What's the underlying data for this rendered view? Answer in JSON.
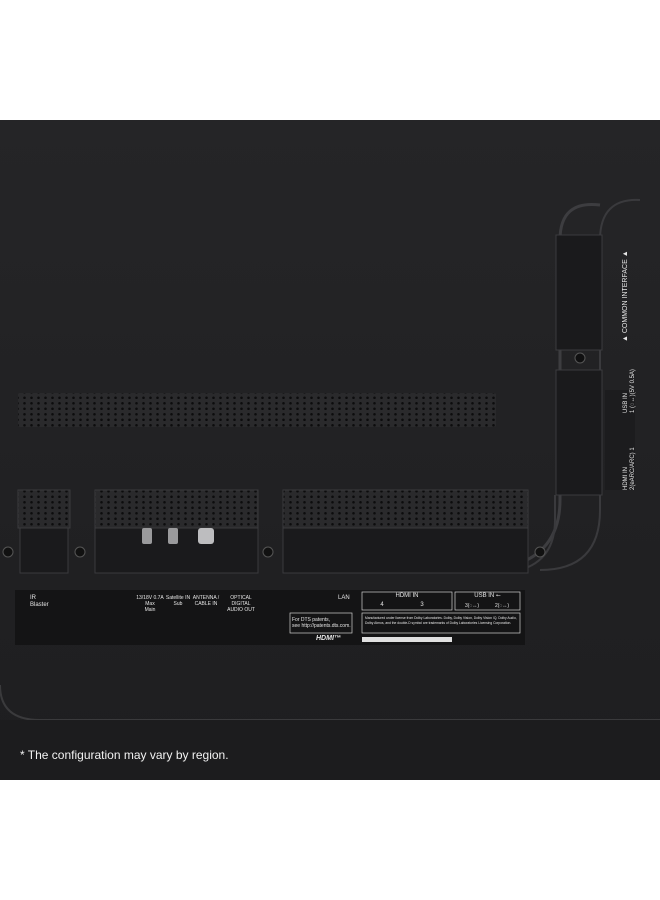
{
  "ports": {
    "ir_blaster": [
      "IR",
      "Blaster"
    ],
    "satellite_main": [
      "13/18V 0.7A Max",
      "Main"
    ],
    "satellite_sub": [
      "Satellite IN",
      "Sub"
    ],
    "antenna": [
      "ANTENNA /",
      "CABLE IN"
    ],
    "optical": [
      "OPTICAL",
      "DIGITAL",
      "AUDIO OUT"
    ],
    "lan": "LAN",
    "hdmi_in": "HDMI IN",
    "hdmi_ports": [
      "4",
      "3"
    ],
    "usb_in": "USB IN ⭠",
    "usb_ports": [
      "3(◌↔)",
      "2(◌↔)"
    ]
  },
  "dts_notice": [
    "For DTS patents,",
    "see http://patents.dts.com."
  ],
  "hdmi_logo": "HDMI™",
  "dolby_notice": [
    "Manufactured under license from Dolby Laboratories. Dolby, Dolby Vision, Dolby Vision IQ, Dolby Audio,",
    "Dolby Atmos, and the double-D symbol are trademarks of Dolby Laboratories Licensing Corporation."
  ],
  "side_labels": {
    "common_interface": "▲ COMMON INTERFACE ▲",
    "usb_in_side": [
      "USB IN",
      "1 (◌↔)(5V 0.5A)"
    ],
    "hdmi_in_side": [
      "HDMI IN",
      "2(eARC/ARC)  1"
    ]
  },
  "footnote": "* The configuration may vary by region."
}
